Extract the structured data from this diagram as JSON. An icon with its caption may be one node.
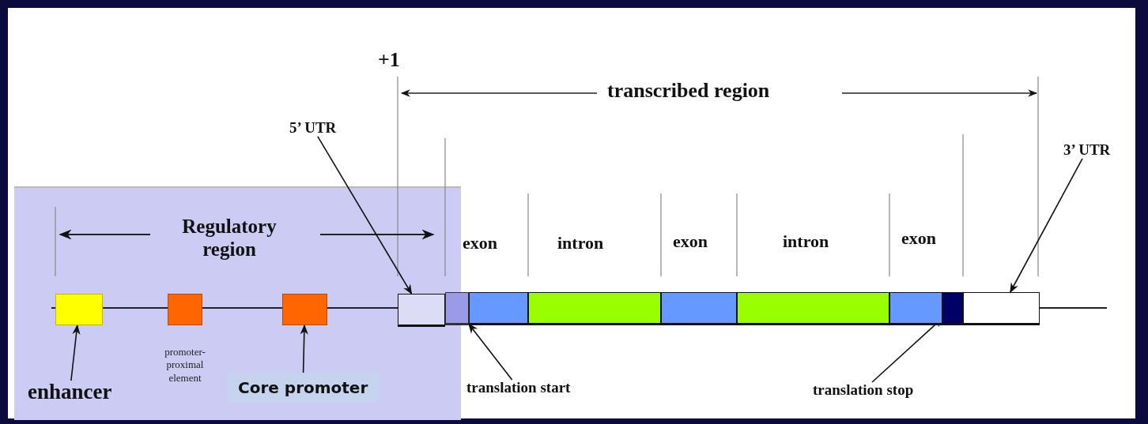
{
  "diagram": {
    "nodes": [
      {
        "text": [
          "Regulatory region"
        ]
      },
      {
        "text": [],
        "shape": "box",
        "in": 0
      },
      {
        "text": [],
        "shape": "box",
        "in": 0,
        "beside": [
          "promoter-proximal element"
        ]
      },
      {
        "text": [],
        "shape": "box",
        "in": 0
      },
      {
        "text": [
          "enhancer"
        ],
        "in": 0
      },
      {
        "text": [
          "Core promoter"
        ],
        "in": 0
      },
      {
        "text": [],
        "shape": "box",
        "in": 0
      },
      {
        "text": [],
        "shape": "box"
      },
      {
        "text": [],
        "shape": "box",
        "beside": [
          "exon"
        ]
      },
      {
        "text": [],
        "shape": "box",
        "beside": [
          "intron"
        ]
      },
      {
        "text": [],
        "shape": "box",
        "beside": [
          "exon"
        ]
      },
      {
        "text": [],
        "shape": "box",
        "beside": [
          "intron"
        ]
      },
      {
        "text": [],
        "shape": "box",
        "beside": [
          "exon"
        ]
      },
      {
        "text": [],
        "shape": "box"
      },
      {
        "text": [],
        "shape": "box"
      },
      {
        "text": [
          "5’ UTR"
        ]
      },
      {
        "text": [
          "translation start"
        ]
      },
      {
        "text": [
          "translation stop"
        ]
      },
      {
        "text": [
          "3’ UTR"
        ]
      }
    ],
    "edges": [
      {
        "from": 4,
        "to": 1,
        "arrow": "to"
      },
      {
        "from": 5,
        "to": 3,
        "arrow": "to"
      },
      {
        "from": 15,
        "to": 6,
        "arrow": "to"
      },
      {
        "from": 16,
        "to": 7,
        "arrow": "to"
      },
      {
        "from": 17,
        "to": 13,
        "arrow": "to"
      },
      {
        "from": 18,
        "to": 14,
        "arrow": "to"
      }
    ],
    "labels": [
      "+1",
      "transcribed region"
    ]
  }
}
